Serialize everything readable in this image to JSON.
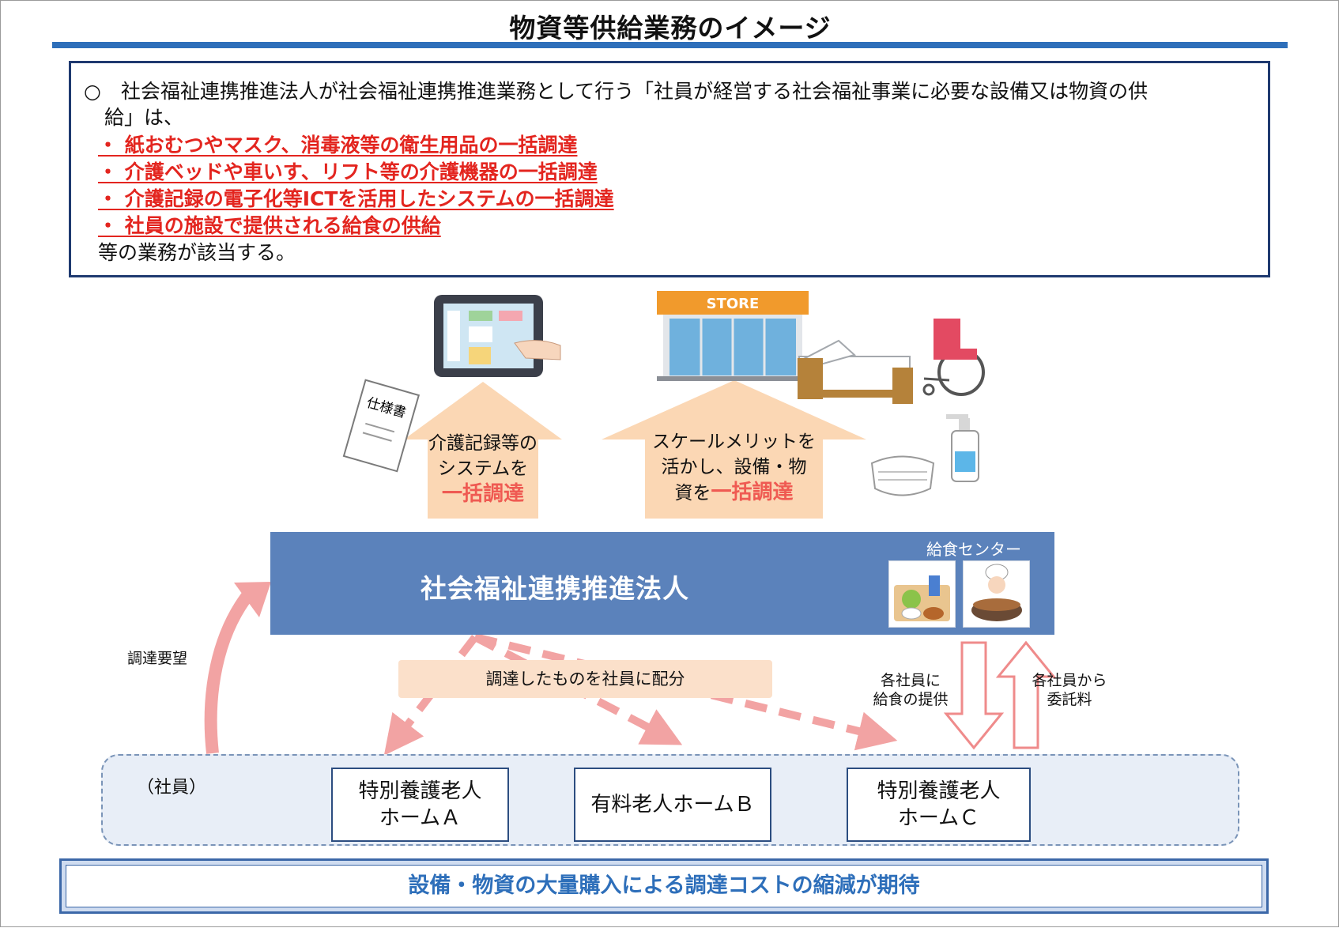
{
  "title": "物資等供給業務のイメージ",
  "summary": {
    "line1": "○　社会福祉連携推進法人が社会福祉連携推進業務として行う「社員が経営する社会福祉事業に必要な設備又は物資の供",
    "line2": "給」は、",
    "items": [
      "・ 紙おむつやマスク、消毒液等の衛生用品の一括調達",
      "・ 介護ベッドや車いす、リフト等の介護機器の一括調達",
      "・ 介護記録の電子化等ICTを活用したシステムの一括調達",
      "・ 社員の施設で提供される給食の供給"
    ],
    "closing": "等の業務が該当する。"
  },
  "illustrations": {
    "store_sign": "STORE",
    "spec_doc": "仕様書"
  },
  "up_arrows": {
    "left": {
      "line1": "介護記録等の",
      "line2": "システムを",
      "highlight": "一括調達"
    },
    "right": {
      "line1": "スケールメリットを",
      "line2": "活かし、設備・物",
      "prefix": "資を",
      "highlight": "一括調達"
    }
  },
  "corporation": {
    "name": "社会福祉連携推進法人",
    "kitchen_label": "給食センター"
  },
  "flows": {
    "request": "調達要望",
    "distribute": "調達したものを社員に配分",
    "meal_supply_1": "各社員に",
    "meal_supply_2": "給食の提供",
    "fee_1": "各社員から",
    "fee_2": "委託料"
  },
  "members": {
    "label": "（社員）",
    "homes": [
      {
        "line1": "特別養護老人",
        "line2": "ホームＡ"
      },
      {
        "line1": "有料老人ホームＢ",
        "line2": ""
      },
      {
        "line1": "特別養護老人",
        "line2": "ホームＣ"
      }
    ]
  },
  "banner": "設備・物資の大量購入による調達コストの縮減が期待",
  "colors": {
    "accent_blue": "#2e6fba",
    "corp_blue": "#5b82bb",
    "highlight_red": "#e3251f",
    "arrow_peach": "#fbd7b4",
    "arrow_pink": "#f2a3a3"
  }
}
